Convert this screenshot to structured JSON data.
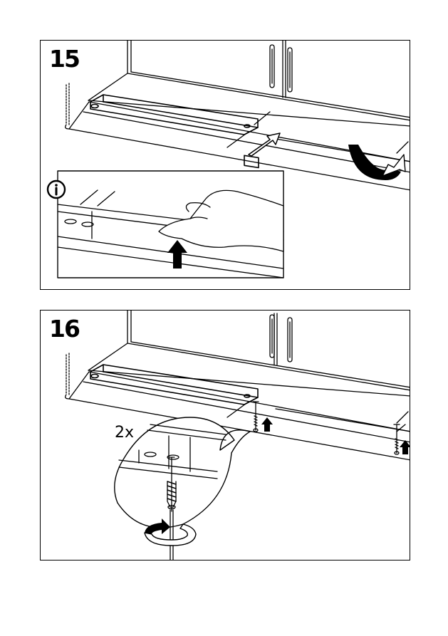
{
  "steps": [
    {
      "number": "15",
      "icons": [
        "info-icon",
        "push-up-arrow-icon",
        "curved-rotate-arrow-icon"
      ]
    },
    {
      "number": "16",
      "quantity_label": "2x",
      "icons": [
        "screw-icon",
        "up-arrow-icon",
        "rotate-clockwise-icon"
      ]
    }
  ]
}
